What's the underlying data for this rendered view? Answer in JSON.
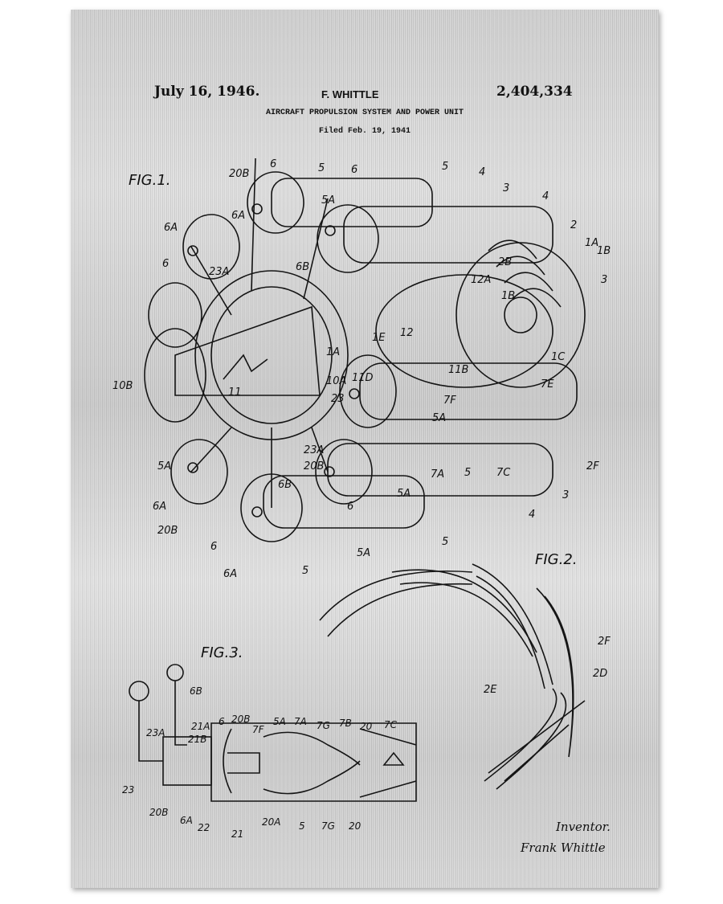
{
  "header": {
    "date": "July 16, 1946.",
    "inventor_name": "F. WHITTLE",
    "patent_number": "2,404,334",
    "title": "AIRCRAFT PROPULSION SYSTEM AND POWER UNIT",
    "filed": "Filed Feb. 19, 1941"
  },
  "figures": {
    "fig1": "FIG.1.",
    "fig2": "FIG.2.",
    "fig3": "FIG.3."
  },
  "fig1_labels": [
    "20B",
    "6",
    "5",
    "6",
    "5",
    "4",
    "3",
    "4",
    "6A",
    "6",
    "5A",
    "2",
    "1A",
    "1B",
    "3",
    "6A",
    "23A",
    "6B",
    "12A",
    "2B",
    "1B",
    "10B",
    "11",
    "1A",
    "1E",
    "12",
    "1C",
    "10A",
    "11D",
    "23",
    "7F",
    "5A",
    "7E",
    "11B",
    "5A",
    "23A",
    "20B",
    "6B",
    "7A",
    "5",
    "7C",
    "2F",
    "6A",
    "20B",
    "5A",
    "3",
    "6",
    "6",
    "4",
    "5",
    "6A",
    "5",
    "5A"
  ],
  "fig2_labels": [
    "2F",
    "2E",
    "2D"
  ],
  "fig3_labels": [
    "6B",
    "23A",
    "21A",
    "21B",
    "6",
    "20B",
    "7F",
    "5A",
    "7A",
    "7G",
    "7B",
    "20",
    "7C",
    "23",
    "20B",
    "6A",
    "22",
    "21",
    "20A",
    "5",
    "7G",
    "20"
  ],
  "signature": {
    "caption": "Inventor.",
    "name": "Frank Whittle"
  },
  "colors": {
    "ink": "#111111",
    "metal": "#d2d2d2"
  }
}
